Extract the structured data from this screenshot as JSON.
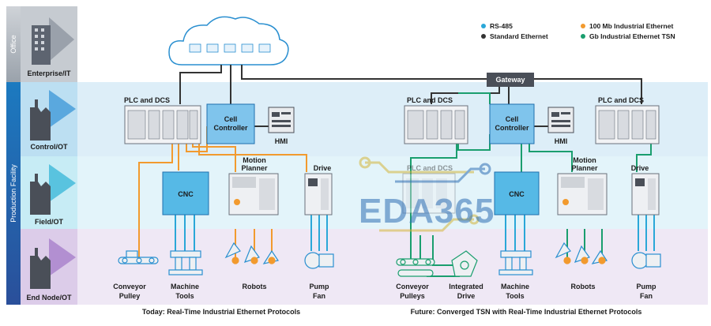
{
  "side_labels": {
    "office": "Office",
    "production": "Production Facility"
  },
  "zones": {
    "enterprise": "Enterprise/IT",
    "control": "Control/OT",
    "field": "Field/OT",
    "endnode": "End Node/OT"
  },
  "legend": {
    "rs485": "RS-485",
    "standard_eth": "Standard Ethernet",
    "eth100": "100 Mb Industrial Ethernet",
    "gb_tsn": "Gb Industrial Ethernet TSN"
  },
  "colors": {
    "rs485": "#2aa7d8",
    "standard_eth": "#333333",
    "eth100": "#f29a2e",
    "gb_tsn": "#1a9e6e"
  },
  "gateway": "Gateway",
  "left": {
    "plc": "PLC and DCS",
    "cell_controller": "Cell Controller",
    "hmi": "HMI",
    "motion_planner": "Motion Planner",
    "drive": "Drive",
    "cnc": "CNC",
    "conveyor": "Conveyor Pulley",
    "machine_tools": "Machine Tools",
    "robots": "Robots",
    "pump_fan": "Pump Fan",
    "caption": "Today: Real-Time Industrial Ethernet Protocols"
  },
  "right": {
    "plc_a": "PLC and DCS",
    "plc_b": "PLC and DCS",
    "plc_faded": "PLC and DCS",
    "cell_controller": "Cell Controller",
    "hmi": "HMI",
    "motion_planner": "Motion Planner",
    "drive": "Drive",
    "cnc": "CNC",
    "conveyor": "Conveyor Pulleys",
    "integrated_drive": "Integrated Drive",
    "machine_tools": "Machine Tools",
    "robots": "Robots",
    "pump_fan": "Pump Fan",
    "caption": "Future: Converged TSN with Real-Time Industrial Ethernet Protocols"
  },
  "watermark": "EDA365"
}
